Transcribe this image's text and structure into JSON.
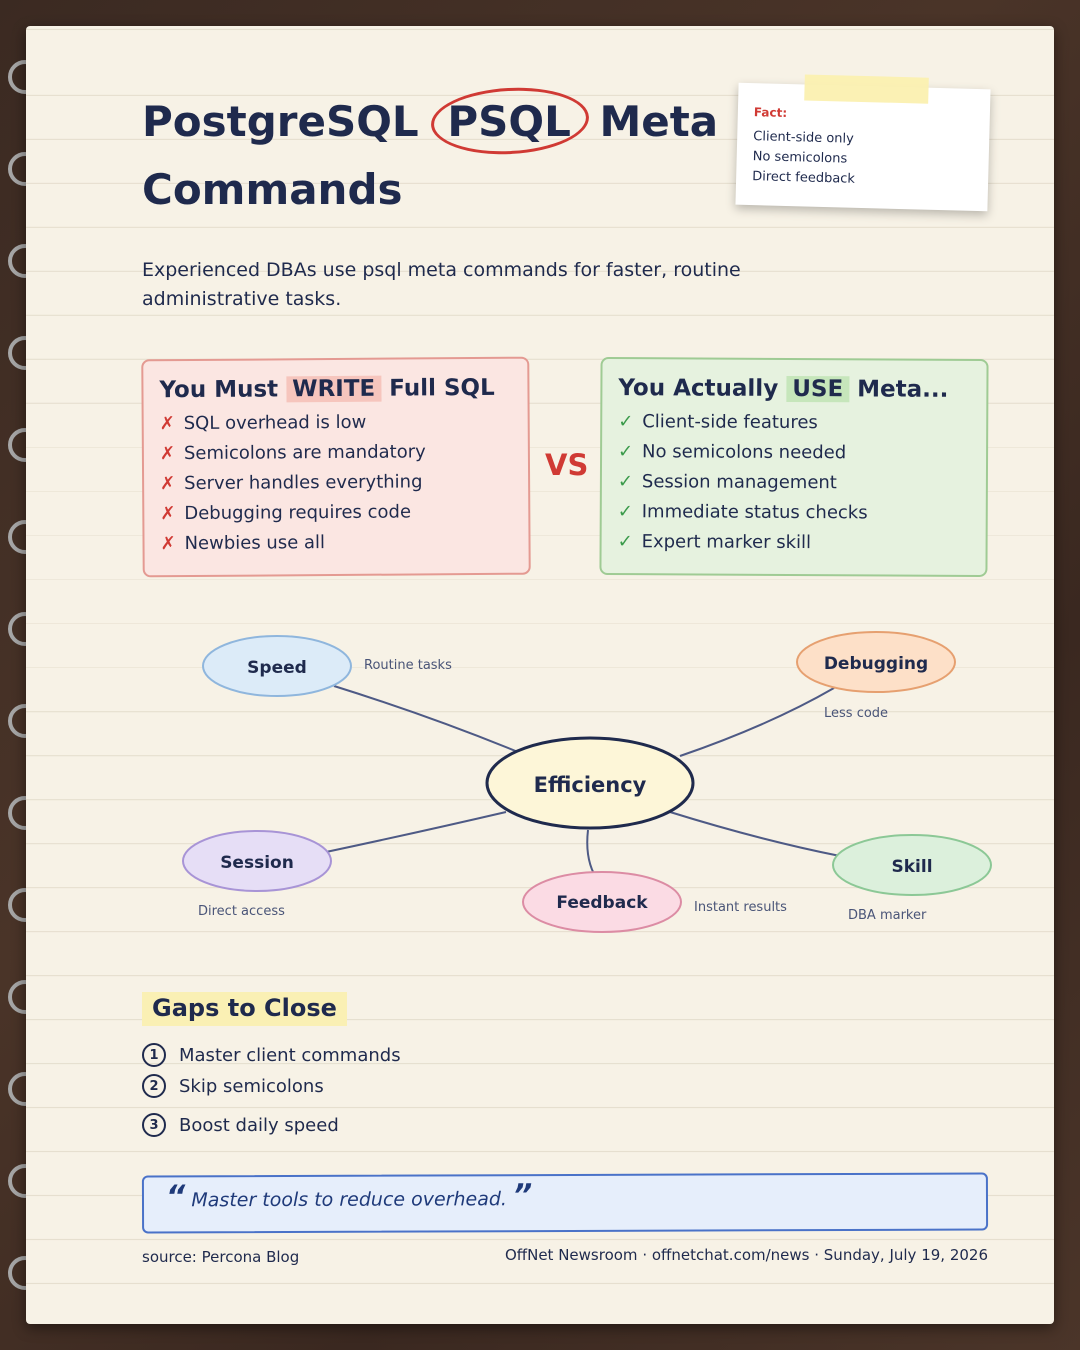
{
  "title": {
    "part1": "PostgreSQL",
    "circled": "PSQL",
    "part2": "Meta",
    "line2": "Commands"
  },
  "sticky_note": {
    "label": "Fact:",
    "lines": [
      "Client-side only",
      "No semicolons",
      "Direct feedback"
    ]
  },
  "intro": "Experienced DBAs use psql meta commands for faster, routine administrative tasks.",
  "comparison": {
    "left": {
      "heading_pre": "You Must",
      "heading_highlight": "WRITE",
      "heading_post": "Full SQL",
      "marker": "✗",
      "items": [
        "SQL overhead is low",
        "Semicolons are mandatory",
        "Server handles everything",
        "Debugging requires code",
        "Newbies use all"
      ]
    },
    "vs": "VS",
    "right": {
      "heading_pre": "You Actually",
      "heading_highlight": "USE",
      "heading_post": "Meta...",
      "marker": "✓",
      "items": [
        "Client-side features",
        "No semicolons needed",
        "Session management",
        "Immediate status checks",
        "Expert marker skill"
      ]
    }
  },
  "mind_map": {
    "center": "Efficiency",
    "nodes": [
      {
        "label": "Speed",
        "note": "Routine tasks",
        "fill": "#dcebf8",
        "stroke": "#8fb6dd"
      },
      {
        "label": "Debugging",
        "note": "Less code",
        "fill": "#fde0c8",
        "stroke": "#e6a070"
      },
      {
        "label": "Session",
        "note": "Direct access",
        "fill": "#e6def6",
        "stroke": "#a894d6"
      },
      {
        "label": "Feedback",
        "note": "Instant results",
        "fill": "#fbdbe4",
        "stroke": "#dc8ca4"
      },
      {
        "label": "Skill",
        "note": "DBA marker",
        "fill": "#dcf0dc",
        "stroke": "#8cc896"
      }
    ]
  },
  "gaps": {
    "title": "Gaps to Close",
    "items": [
      {
        "num": "1",
        "text": "Master client commands"
      },
      {
        "num": "2",
        "text": "Skip semicolons"
      },
      {
        "num": "3",
        "text": "Boost daily speed"
      }
    ]
  },
  "quote": {
    "open": "“",
    "text": "Master tools to reduce overhead.",
    "close": "”"
  },
  "footer": {
    "source": "source: Percona Blog",
    "credit": "OffNet Newsroom · offnetchat.com/news · Sunday, July 19, 2026"
  },
  "colors": {
    "accent_red": "#d03a34",
    "accent_green": "#3a9a4a",
    "navy": "#1f2a4d",
    "quote_blue": "#4a72c8"
  }
}
